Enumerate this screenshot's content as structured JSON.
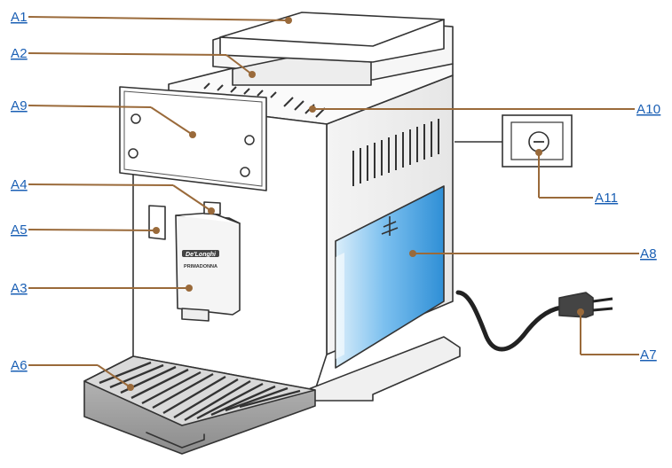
{
  "callouts": [
    {
      "id": "A1",
      "label": "A1",
      "target": "bean container lid"
    },
    {
      "id": "A2",
      "label": "A2",
      "target": "bean container"
    },
    {
      "id": "A9",
      "label": "A9",
      "target": "control panel"
    },
    {
      "id": "A10",
      "label": "A10",
      "target": "cup warmer"
    },
    {
      "id": "A11",
      "label": "A11",
      "target": "power switch"
    },
    {
      "id": "A4",
      "label": "A4",
      "target": "dispenser button"
    },
    {
      "id": "A5",
      "label": "A5",
      "target": "side panel"
    },
    {
      "id": "A8",
      "label": "A8",
      "target": "water tank"
    },
    {
      "id": "A3",
      "label": "A3",
      "target": "coffee spout"
    },
    {
      "id": "A6",
      "label": "A6",
      "target": "drip tray"
    },
    {
      "id": "A7",
      "label": "A7",
      "target": "power cable"
    }
  ],
  "product_marking": {
    "brand": "De'Longhi",
    "model": "PRIMADONNA"
  },
  "colors": {
    "leader": "#9a6a3a",
    "label": "#1a5fb4",
    "water_tank": "#4aa8e8",
    "outline": "#333333"
  }
}
